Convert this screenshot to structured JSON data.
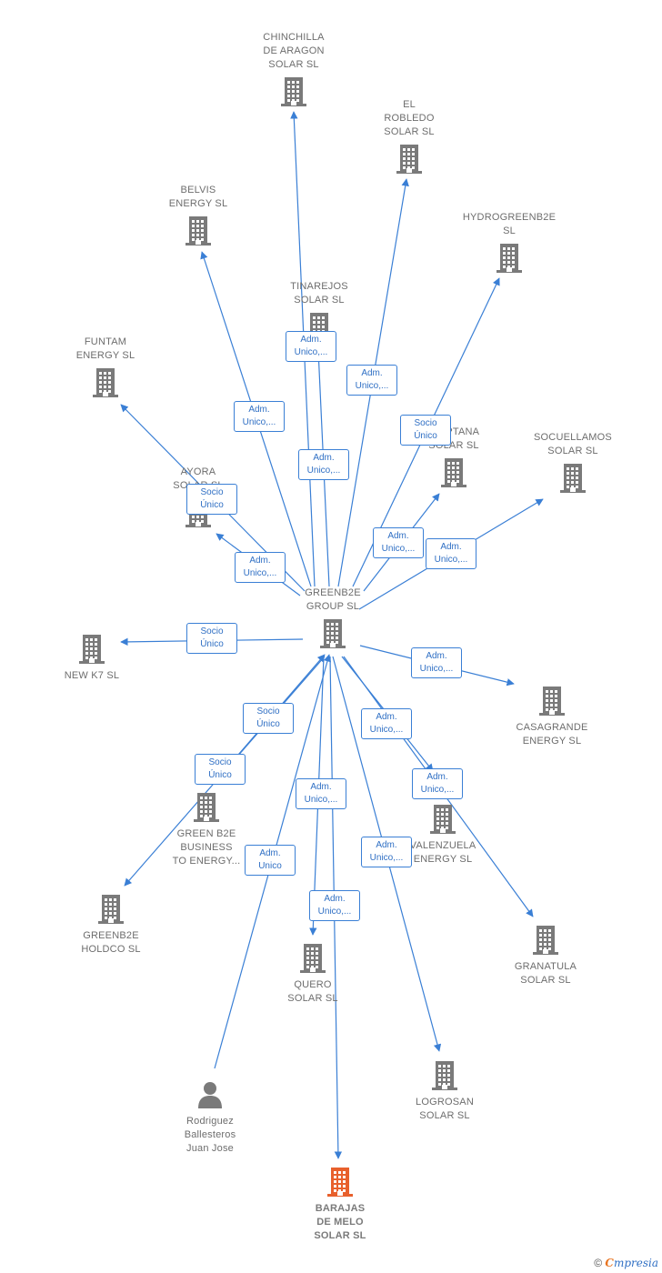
{
  "colors": {
    "edge": "#3a7fd5",
    "building": "#7a7a7a",
    "highlight": "#e8602c",
    "person": "#7a7a7a"
  },
  "nodes": [
    {
      "id": "chinchilla",
      "label": "CHINCHILLA\nDE ARAGON\nSOLAR  SL",
      "icon": "building-icon"
    },
    {
      "id": "robledo",
      "label": "EL\nROBLEDO\nSOLAR  SL",
      "icon": "building-icon"
    },
    {
      "id": "belvis",
      "label": "BELVIS\nENERGY  SL",
      "icon": "building-icon"
    },
    {
      "id": "hydro",
      "label": "HYDROGREENB2E\nSL",
      "icon": "building-icon"
    },
    {
      "id": "tinarejos",
      "label": "TINAREJOS\nSOLAR  SL",
      "icon": "building-icon"
    },
    {
      "id": "funtam",
      "label": "FUNTAM\nENERGY  SL",
      "icon": "building-icon"
    },
    {
      "id": "criptana",
      "label": "CRIPTANA\nSOLAR  SL",
      "icon": "building-icon"
    },
    {
      "id": "socuellamos",
      "label": "SOCUELLAMOS\nSOLAR  SL",
      "icon": "building-icon"
    },
    {
      "id": "ayora",
      "label": "AYORA\nSOLAR  SL",
      "icon": "building-icon"
    },
    {
      "id": "group",
      "label": "GREENB2E\nGROUP  SL",
      "icon": "building-icon"
    },
    {
      "id": "newk7",
      "label": "NEW K7  SL",
      "icon": "building-icon"
    },
    {
      "id": "casagrande",
      "label": "CASAGRANDE\nENERGY  SL",
      "icon": "building-icon"
    },
    {
      "id": "b2b",
      "label": "GREEN B2E\nBUSINESS\nTO ENERGY...",
      "icon": "building-icon"
    },
    {
      "id": "valenzuela",
      "label": "VALENZUELA\nENERGY  SL",
      "icon": "building-icon"
    },
    {
      "id": "holdco",
      "label": "GREENB2E\nHOLDCO  SL",
      "icon": "building-icon"
    },
    {
      "id": "quero",
      "label": "QUERO\nSOLAR  SL",
      "icon": "building-icon"
    },
    {
      "id": "granatula",
      "label": "GRANATULA\nSOLAR  SL",
      "icon": "building-icon"
    },
    {
      "id": "rodriguez",
      "label": "Rodriguez\nBallesteros\nJuan Jose",
      "icon": "person-icon"
    },
    {
      "id": "logrosan",
      "label": "LOGROSAN\nSOLAR  SL",
      "icon": "building-icon"
    },
    {
      "id": "barajas",
      "label": "BARAJAS\nDE MELO\nSOLAR  SL",
      "icon": "building-icon-highlighted"
    }
  ],
  "edges": [
    {
      "from": "group",
      "to": "chinchilla",
      "label": "Adm.\nUnico,..."
    },
    {
      "from": "group",
      "to": "robledo",
      "label": "Adm.\nUnico,..."
    },
    {
      "from": "group",
      "to": "belvis",
      "label": "Adm.\nUnico,..."
    },
    {
      "from": "group",
      "to": "hydro",
      "label": "Socio\nÚnico"
    },
    {
      "from": "group",
      "to": "tinarejos",
      "label": "Adm.\nUnico,..."
    },
    {
      "from": "group",
      "to": "funtam",
      "label": "Socio\nÚnico"
    },
    {
      "from": "group",
      "to": "criptana",
      "label": "Adm.\nUnico,..."
    },
    {
      "from": "group",
      "to": "socuellamos",
      "label": "Adm.\nUnico,..."
    },
    {
      "from": "group",
      "to": "ayora",
      "label": "Adm.\nUnico,..."
    },
    {
      "from": "group",
      "to": "newk7",
      "label": "Socio\nÚnico"
    },
    {
      "from": "group",
      "to": "casagrande",
      "label": "Adm.\nUnico,..."
    },
    {
      "from": "b2b",
      "to": "group",
      "label": "Socio\nÚnico"
    },
    {
      "from": "group",
      "to": "valenzuela",
      "label": "Adm.\nUnico,..."
    },
    {
      "from": "group",
      "to": "holdco",
      "label": "Socio\nÚnico"
    },
    {
      "from": "group",
      "to": "quero",
      "label": "Adm.\nUnico,..."
    },
    {
      "from": "group",
      "to": "granatula",
      "label": "Adm.\nUnico,..."
    },
    {
      "from": "rodriguez",
      "to": "group",
      "label": "Adm.\nUnico"
    },
    {
      "from": "group",
      "to": "logrosan",
      "label": "Adm.\nUnico,..."
    },
    {
      "from": "group",
      "to": "barajas",
      "label": "Adm.\nUnico,..."
    }
  ],
  "footer": {
    "copyright": "©",
    "brand_first": "C",
    "brand_rest": "mpresia"
  }
}
